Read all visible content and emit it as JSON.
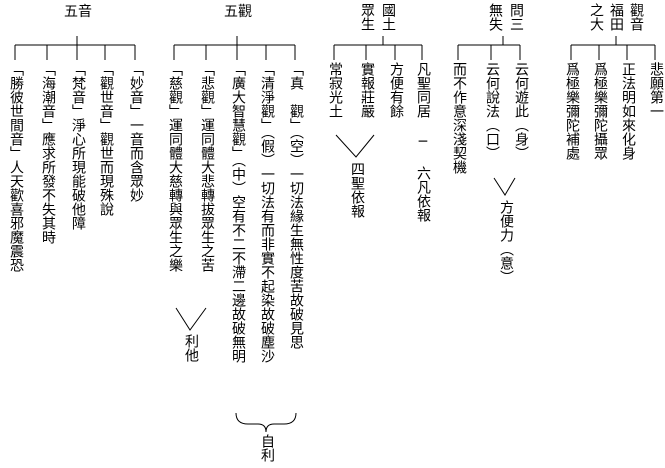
{
  "groups": {
    "kannon": {
      "title_col1": "觀音",
      "title_col2": "福田",
      "title_col3": "之大",
      "items": [
        "悲願第一",
        "正法明如來化身",
        "爲極樂彌陀攝眾",
        "爲極樂彌陀補處"
      ]
    },
    "mondai": {
      "title_col1": "問三",
      "title_col2": "無失",
      "standalone": "而不作意深淺契機",
      "items": [
        "云何遊此（身）",
        "云何說法（口）"
      ],
      "merge_label": "方便力（意）"
    },
    "kokudo": {
      "title_col1": "國土",
      "title_col2": "眾生",
      "items": [
        "凡聖同居 ─ 六凡依報",
        "方便有餘",
        "實報莊嚴",
        "常寂光土"
      ],
      "merge_label": "四聖依報"
    },
    "gokan": {
      "title": "五觀",
      "items": [
        "「真　觀」（空）一切法緣生無性度苦故破見思",
        "「清淨觀」（假）一切法有而非實不起染故破塵沙",
        "「廣大智慧觀」（中）空有不二不滯二邊故破無明",
        "「悲觀」運同體大悲轉拔眾生之苦",
        "「慈觀」運同體大慈轉與眾生之樂"
      ],
      "label_self": "自利",
      "label_other": "利他"
    },
    "goon": {
      "title": "五音",
      "items": [
        "「妙音」一音而含眾妙",
        "「觀世音」觀世而現殊說",
        "「梵音」淨心所現能破他障",
        "「海潮音」應求所發不失其時",
        "「勝彼世間音」人天歡喜邪魔震恐"
      ]
    }
  }
}
